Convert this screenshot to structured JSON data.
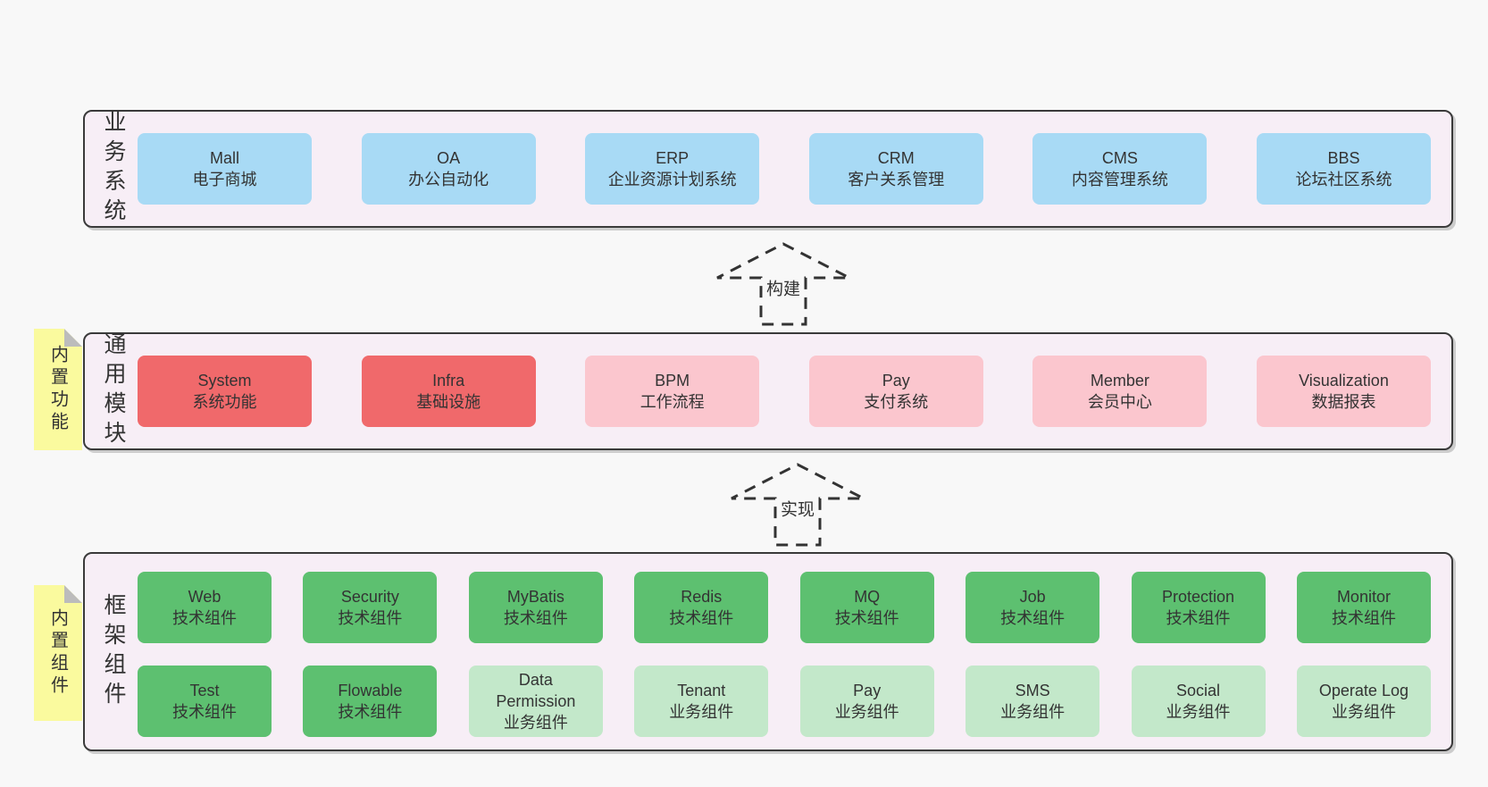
{
  "page": {
    "background": "#f8f8f8"
  },
  "colors": {
    "band_background": "#f7eef6",
    "band_border": "#3a3a3a",
    "blue_box": "#a8daf5",
    "red_box": "#f0696b",
    "pink_box": "#fbc6ce",
    "green_dark_box": "#5dc070",
    "green_light_box": "#c3e8ca",
    "sticky_yellow": "#fafa9e",
    "sticky_fold_gray": "#bcbcbc",
    "text": "#333333",
    "arrow_stroke": "#333333"
  },
  "arrows": {
    "build_label": "构建",
    "implement_label": "实现"
  },
  "bands": {
    "business": {
      "label": "业务系统",
      "boxes": [
        {
          "title": "Mall",
          "subtitle": "电子商城",
          "variant": "blue"
        },
        {
          "title": "OA",
          "subtitle": "办公自动化",
          "variant": "blue"
        },
        {
          "title": "ERP",
          "subtitle": "企业资源计划系统",
          "variant": "blue"
        },
        {
          "title": "CRM",
          "subtitle": "客户关系管理",
          "variant": "blue"
        },
        {
          "title": "CMS",
          "subtitle": "内容管理系统",
          "variant": "blue"
        },
        {
          "title": "BBS",
          "subtitle": "论坛社区系统",
          "variant": "blue"
        }
      ]
    },
    "modules": {
      "label": "通用模块",
      "sticky": "内置功能",
      "boxes": [
        {
          "title": "System",
          "subtitle": "系统功能",
          "variant": "red"
        },
        {
          "title": "Infra",
          "subtitle": "基础设施",
          "variant": "red"
        },
        {
          "title": "BPM",
          "subtitle": "工作流程",
          "variant": "pink"
        },
        {
          "title": "Pay",
          "subtitle": "支付系统",
          "variant": "pink"
        },
        {
          "title": "Member",
          "subtitle": "会员中心",
          "variant": "pink"
        },
        {
          "title": "Visualization",
          "subtitle": "数据报表",
          "variant": "pink"
        }
      ]
    },
    "components": {
      "label": "框架组件",
      "sticky": "内置组件",
      "row1": [
        {
          "title": "Web",
          "subtitle": "技术组件",
          "variant": "green-dark"
        },
        {
          "title": "Security",
          "subtitle": "技术组件",
          "variant": "green-dark"
        },
        {
          "title": "MyBatis",
          "subtitle": "技术组件",
          "variant": "green-dark"
        },
        {
          "title": "Redis",
          "subtitle": "技术组件",
          "variant": "green-dark"
        },
        {
          "title": "MQ",
          "subtitle": "技术组件",
          "variant": "green-dark"
        },
        {
          "title": "Job",
          "subtitle": "技术组件",
          "variant": "green-dark"
        },
        {
          "title": "Protection",
          "subtitle": "技术组件",
          "variant": "green-dark"
        },
        {
          "title": "Monitor",
          "subtitle": "技术组件",
          "variant": "green-dark"
        }
      ],
      "row2": [
        {
          "title": "Test",
          "subtitle": "技术组件",
          "variant": "green-dark"
        },
        {
          "title": "Flowable",
          "subtitle": "技术组件",
          "variant": "green-dark"
        },
        {
          "title": "Data Permission",
          "subtitle": "业务组件",
          "variant": "green-light"
        },
        {
          "title": "Tenant",
          "subtitle": "业务组件",
          "variant": "green-light"
        },
        {
          "title": "Pay",
          "subtitle": "业务组件",
          "variant": "green-light"
        },
        {
          "title": "SMS",
          "subtitle": "业务组件",
          "variant": "green-light"
        },
        {
          "title": "Social",
          "subtitle": "业务组件",
          "variant": "green-light"
        },
        {
          "title": "Operate Log",
          "subtitle": "业务组件",
          "variant": "green-light"
        }
      ]
    }
  }
}
